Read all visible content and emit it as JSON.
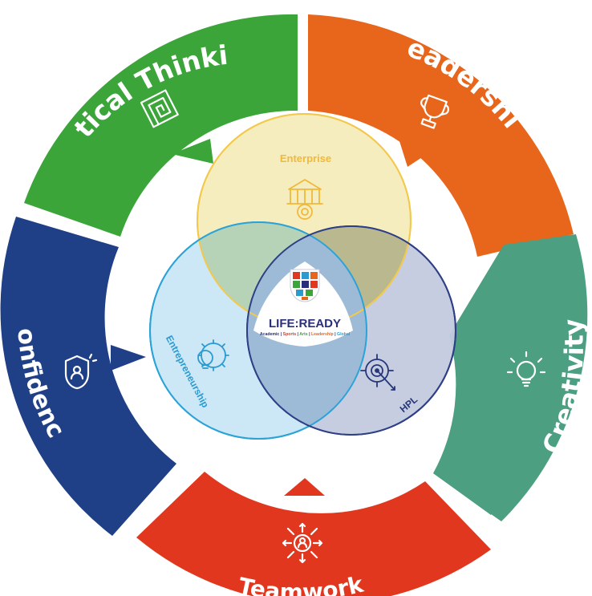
{
  "ring": {
    "segments": [
      {
        "id": "critical-thinking",
        "label": "Critical Thinking",
        "color": "#3ba53a",
        "icon": "maze-icon"
      },
      {
        "id": "leadership",
        "label": "Leadership",
        "color": "#e8661b",
        "icon": "trophy-icon"
      },
      {
        "id": "creativity",
        "label": "Creativity",
        "color": "#4c9f80",
        "icon": "lightbulb-icon"
      },
      {
        "id": "teamwork",
        "label": "Teamwork",
        "color": "#e2371f",
        "icon": "team-network-icon"
      },
      {
        "id": "confidence",
        "label": "Confidence",
        "color": "#1f3f86",
        "icon": "shield-person-icon"
      }
    ]
  },
  "venn": {
    "circles": [
      {
        "id": "enterprise",
        "label": "Enterprise",
        "fill": "#f6edbf",
        "stroke": "#f2c94c",
        "text_color": "#f0b93a",
        "icon": "building-gear-icon"
      },
      {
        "id": "entrepreneurship",
        "label": "Entrepreneurship",
        "fill": "#c9e6f5",
        "stroke": "#2ba3d8",
        "text_color": "#2a9bd0",
        "icon": "lightbulb-gear-icon"
      },
      {
        "id": "hpl",
        "label": "HPL",
        "fill": "#c3cadf",
        "stroke": "#2d3f86",
        "text_color": "#26367a",
        "icon": "target-icon"
      }
    ],
    "center_logo": {
      "title": "LIFE:READY",
      "subtitle_parts": [
        {
          "text": "Academic",
          "color": "#2b2f7a"
        },
        {
          "text": " | ",
          "color": "#2b2f7a"
        },
        {
          "text": "Sports",
          "color": "#e2371f"
        },
        {
          "text": " | ",
          "color": "#2b2f7a"
        },
        {
          "text": "Arts",
          "color": "#3ba53a"
        },
        {
          "text": " | ",
          "color": "#2b2f7a"
        },
        {
          "text": "Leadership",
          "color": "#e8661b"
        },
        {
          "text": " | ",
          "color": "#2b2f7a"
        },
        {
          "text": "Global",
          "color": "#2a9bd0"
        }
      ]
    }
  }
}
